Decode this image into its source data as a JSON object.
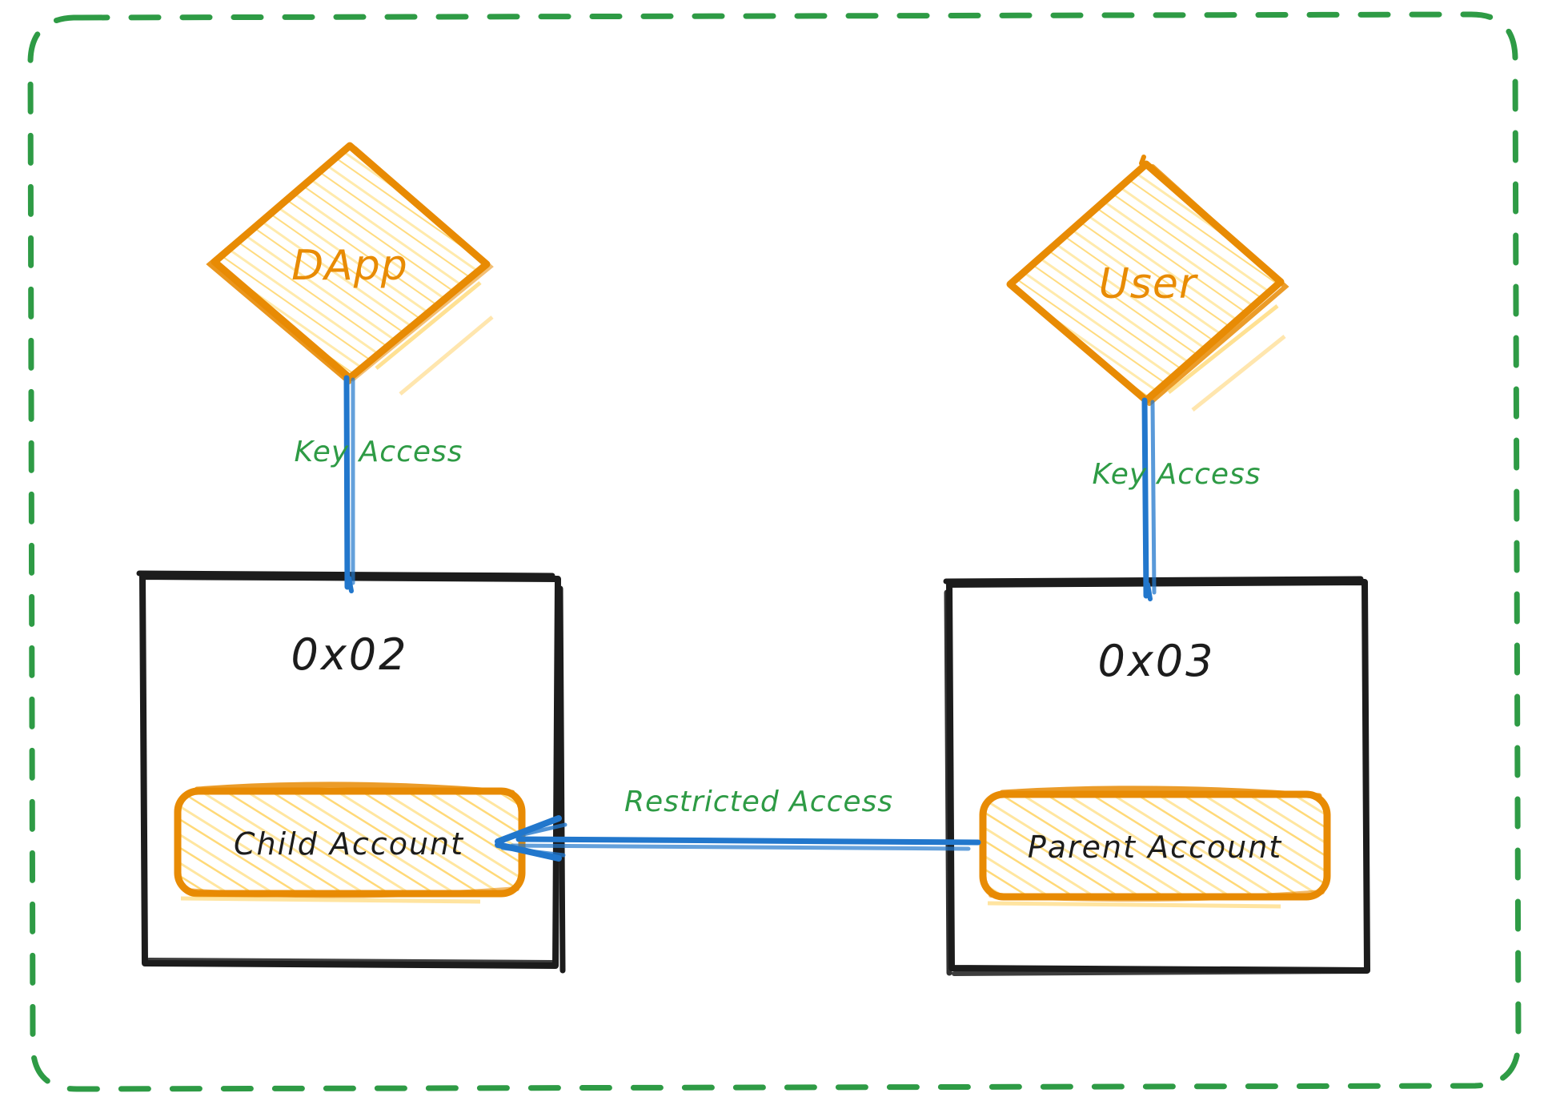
{
  "diagram": {
    "title": "Hybrid Account Access Model",
    "type": "flowchart",
    "style": "hand-drawn sketch",
    "background": "#ffffff",
    "boundary": {
      "label": "",
      "stroke": "#2e9b45",
      "dash": "dashed",
      "shape": "rounded-rectangle"
    },
    "colors": {
      "node_stroke": "#e88b04",
      "node_fill_hatch": "#ffd978",
      "box_stroke": "#1c1c1c",
      "edge_stroke": "#2277cc",
      "edge_label": "#2e9b45",
      "text": "#1c1c1c"
    },
    "nodes": [
      {
        "id": "dapp",
        "label": "DApp",
        "shape": "diamond"
      },
      {
        "id": "user",
        "label": "User",
        "shape": "diamond"
      },
      {
        "id": "acct02",
        "label": "0x02",
        "shape": "rectangle"
      },
      {
        "id": "acct03",
        "label": "0x03",
        "shape": "rectangle"
      },
      {
        "id": "child",
        "label": "Child Account",
        "shape": "rounded-rectangle"
      },
      {
        "id": "parent",
        "label": "Parent Account",
        "shape": "rounded-rectangle"
      }
    ],
    "edges": [
      {
        "from": "dapp",
        "to": "acct02",
        "label": "Key Access",
        "direction": "down"
      },
      {
        "from": "user",
        "to": "acct03",
        "label": "Key Access",
        "direction": "down"
      },
      {
        "from": "parent",
        "to": "child",
        "label": "Restricted Access",
        "direction": "left"
      }
    ]
  },
  "labels": {
    "dapp": "DApp",
    "user": "User",
    "addr_left": "0x02",
    "addr_right": "0x03",
    "child_account": "Child Account",
    "parent_account": "Parent Account",
    "key_access_left": "Key Access",
    "key_access_right": "Key Access",
    "restricted_access": "Restricted Access"
  }
}
